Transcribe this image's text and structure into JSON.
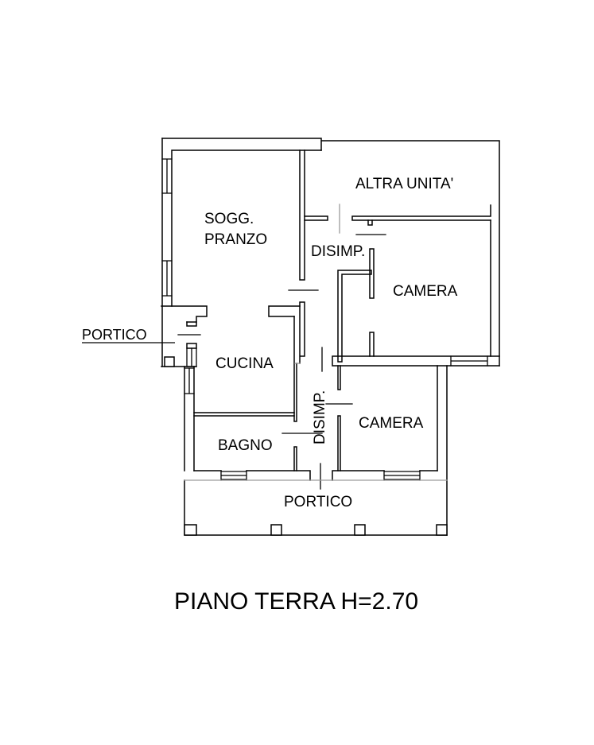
{
  "title": "PIANO TERRA H=2.70",
  "rooms": {
    "soggiorno_line1": "SOGG.",
    "soggiorno_line2": "PRANZO",
    "altra_unita": "ALTRA UNITA'",
    "disimpegno_upper": "DISIMP.",
    "camera_upper": "CAMERA",
    "cucina": "CUCINA",
    "bagno": "BAGNO",
    "disimpegno_lower": "DISIMP.",
    "camera_lower": "CAMERA",
    "portico_left": "PORTICO",
    "portico_bottom": "PORTICO"
  },
  "colors": {
    "wall": "#000000",
    "light_line": "#9c9c9c",
    "background": "#ffffff"
  }
}
